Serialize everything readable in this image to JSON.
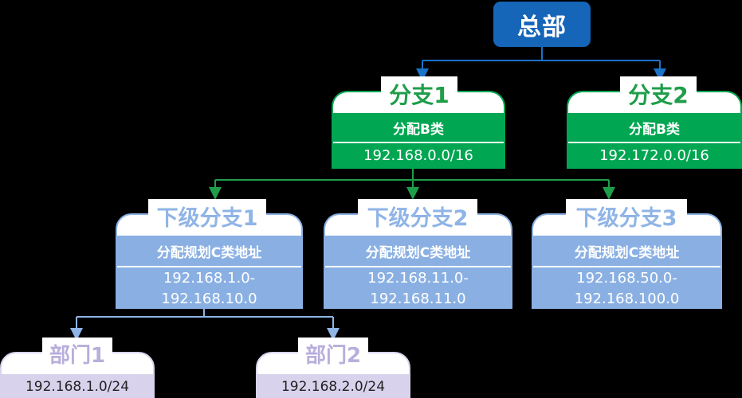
{
  "headquarters": {
    "label": "总部"
  },
  "branches": [
    {
      "title": "分支1",
      "subtitle": "分配B类",
      "network": "192.168.0.0/16"
    },
    {
      "title": "分支2",
      "subtitle": "分配B类",
      "network": "192.172.0.0/16"
    }
  ],
  "sub_branches": [
    {
      "title": "下级分支1",
      "subtitle": "分配规划C类地址",
      "range_start": "192.168.1.0-",
      "range_end": "192.168.10.0"
    },
    {
      "title": "下级分支2",
      "subtitle": "分配规划C类地址",
      "range_start": "192.168.11.0-",
      "range_end": "192.168.11.0"
    },
    {
      "title": "下级分支3",
      "subtitle": "分配规划C类地址",
      "range_start": "192.168.50.0-",
      "range_end": "192.168.100.0"
    }
  ],
  "departments": [
    {
      "title": "部门1",
      "network": "192.168.1.0/24"
    },
    {
      "title": "部门2",
      "network": "192.168.2.0/24"
    }
  ],
  "colors": {
    "headquarters": "#1565b8",
    "branch": "#00a651",
    "sub_branch": "#8ab0e3",
    "department": "#d9d2ec"
  }
}
